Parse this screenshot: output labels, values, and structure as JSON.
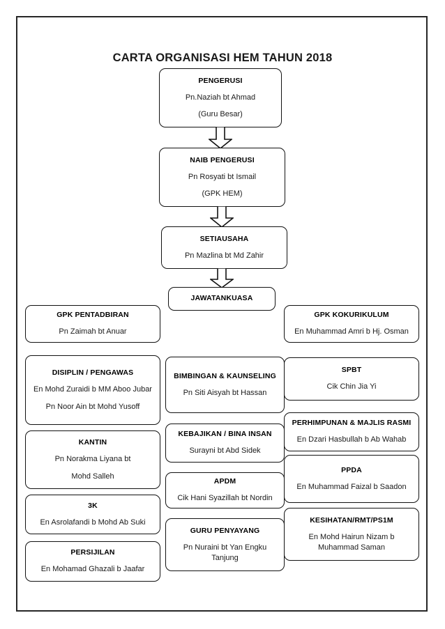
{
  "document": {
    "title": "CARTA ORGANISASI HEM TAHUN 2018"
  },
  "hierarchy": {
    "pengerusi": {
      "role": "PENGERUSI",
      "name": "Pn.Naziah bt Ahmad",
      "position": "(Guru Besar)"
    },
    "naib_pengerusi": {
      "role": "NAIB PENGERUSI",
      "name": "Pn Rosyati bt Ismail",
      "position": "(GPK HEM)"
    },
    "setiausaha": {
      "role": "SETIAUSAHA",
      "name": "Pn Mazlina bt Md Zahir"
    },
    "jawatankuasa": {
      "role": "JAWATANKUASA"
    }
  },
  "columns": {
    "left": [
      {
        "role": "GPK PENTADBIRAN",
        "members": [
          "Pn Zaimah bt Anuar"
        ]
      },
      {
        "role": "DISIPLIN / PENGAWAS",
        "members": [
          "En Mohd Zuraidi b MM Aboo Jubar",
          "Pn Noor Ain bt Mohd Yusoff"
        ]
      },
      {
        "role": "KANTIN",
        "members": [
          "Pn Norakma Liyana bt",
          "Mohd Salleh"
        ]
      },
      {
        "role": "3K",
        "members": [
          "En Asrolafandi b Mohd Ab Suki"
        ]
      },
      {
        "role": "PERSIJILAN",
        "members": [
          "En Mohamad Ghazali b Jaafar"
        ]
      }
    ],
    "middle": [
      {
        "role": "BIMBINGAN & KAUNSELING",
        "members": [
          "Pn Siti Aisyah bt Hassan"
        ]
      },
      {
        "role": "KEBAJIKAN / BINA INSAN",
        "members": [
          "Surayni bt Abd Sidek"
        ]
      },
      {
        "role": "APDM",
        "members": [
          "Cik Hani Syazillah bt Nordin"
        ]
      },
      {
        "role": "GURU PENYAYANG",
        "members": [
          "Pn Nuraini bt Yan Engku Tanjung"
        ]
      }
    ],
    "right": [
      {
        "role": "GPK KOKURIKULUM",
        "members": [
          "En Muhammad Amri b Hj. Osman"
        ]
      },
      {
        "role": "SPBT",
        "members": [
          "Cik Chin Jia Yi"
        ]
      },
      {
        "role": "PERHIMPUNAN & MAJLIS RASMI",
        "members": [
          "En Dzari Hasbullah b Ab Wahab"
        ]
      },
      {
        "role": "PPDA",
        "members": [
          "En Muhammad Faizal b Saadon"
        ]
      },
      {
        "role": "KESIHATAN/RMT/PS1M",
        "members": [
          "En Mohd Hairun Nizam b Muhammad Saman"
        ]
      }
    ]
  },
  "connectors": {
    "arrow_color": "#111111",
    "arrow_labels": [
      "pengerusi-to-naib-pengerusi",
      "naib-pengerusi-to-setiausaha",
      "setiausaha-to-jawatankuasa"
    ]
  },
  "style": {
    "border_color": "#111111",
    "page_border_color": "#262626",
    "text_color": "#000000",
    "background": "#ffffff"
  }
}
